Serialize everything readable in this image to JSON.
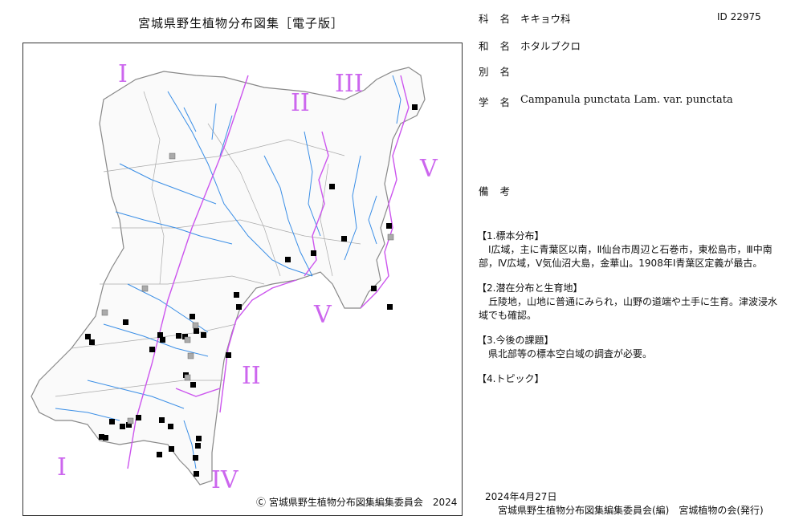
{
  "title": "宮城県野生植物分布図集［電子版］",
  "map": {
    "regions": [
      "I",
      "II",
      "III",
      "V",
      "V",
      "II",
      "I",
      "IV"
    ],
    "copyright": "Ⓒ 宮城県野生植物分布図集編集委員会　2024",
    "colors": {
      "river": "#3a8ee6",
      "boundary": "#cc55ee",
      "outline": "#888888",
      "record": "#000000",
      "record_gray": "#aaaaaa"
    },
    "legend_note": "black square = specimen record, gray square = other record"
  },
  "info": {
    "family_key": "科名",
    "family_value": "キキョウ科",
    "id_text": "ID 22975",
    "japanese_key": "和名",
    "japanese_value": "ホタルブクロ",
    "alias_key": "別名",
    "alias_value": "",
    "scientific_key": "学名",
    "scientific_value": "Campanula punctata Lam. var. punctata",
    "remarks_key": "備考"
  },
  "notes": {
    "s1_title": "【1.標本分布】",
    "s1_body": "　Ⅰ広域，主に青葉区以南，Ⅱ仙台市周辺と石巻市，東松島市，Ⅲ中南部，Ⅳ広域，Ⅴ気仙沼大島，金華山。1908年Ⅰ青葉区定義が最古。",
    "s2_title": "【2.潜在分布と生育地】",
    "s2_body": "　丘陵地，山地に普通にみられ，山野の道端や土手に生育。津波浸水域でも確認。",
    "s3_title": "【3.今後の課題】",
    "s3_body": "　県北部等の標本空白域の調査が必要。",
    "s4_title": "【4.トピック】"
  },
  "footer": {
    "date": "2024年4月27日",
    "publisher": "宮城県野生植物分布図集編集委員会(編)　宮城植物の会(発行)"
  }
}
